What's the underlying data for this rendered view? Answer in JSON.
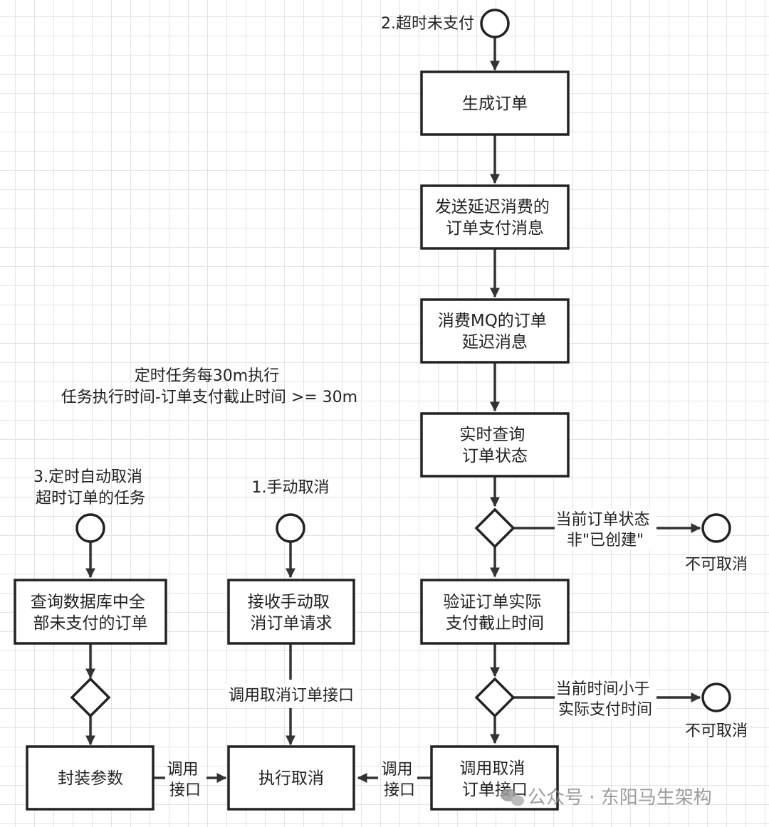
{
  "flows": {
    "timeout": {
      "label": "2.超时未支付"
    },
    "manual": {
      "label": "1.手动取消"
    },
    "scheduled": {
      "label_lines": [
        "3.定时自动取消",
        "超时订单的任务"
      ]
    }
  },
  "note": {
    "lines": [
      "定时任务每30m执行",
      "任务执行时间-订单支付截止时间 >= 30m"
    ]
  },
  "steps": {
    "generate_order": {
      "lines": [
        "生成订单"
      ]
    },
    "send_delay_msg": {
      "lines": [
        "发送延迟消费的",
        "订单支付消息"
      ]
    },
    "consume_mq": {
      "lines": [
        "消费MQ的订单",
        "延迟消息"
      ]
    },
    "query_status": {
      "lines": [
        "实时查询",
        "订单状态"
      ]
    },
    "verify_deadline": {
      "lines": [
        "验证订单实际",
        "支付截止时间"
      ]
    },
    "call_cancel_api": {
      "lines": [
        "调用取消",
        "订单接口"
      ]
    },
    "receive_manual": {
      "lines": [
        "接收手动取",
        "消订单请求"
      ]
    },
    "execute_cancel": {
      "lines": [
        "执行取消"
      ]
    },
    "query_db": {
      "lines": [
        "查询数据库中全",
        "部未支付的订单"
      ]
    },
    "wrap_params": {
      "lines": [
        "封装参数"
      ]
    }
  },
  "branches": {
    "status_check": {
      "condition_lines": [
        "当前订单状态",
        "非\"已创建\""
      ],
      "end_label": "不可取消"
    },
    "time_check": {
      "condition_lines": [
        "当前时间小于",
        "实际支付时间"
      ],
      "end_label": "不可取消"
    }
  },
  "edge_labels": {
    "manual_to_execute": "调用取消订单接口",
    "wrap_to_execute": [
      "调用",
      "接口"
    ],
    "api_to_execute": [
      "调用",
      "接口"
    ]
  },
  "watermark": "公众号 · 东阳马生架构"
}
